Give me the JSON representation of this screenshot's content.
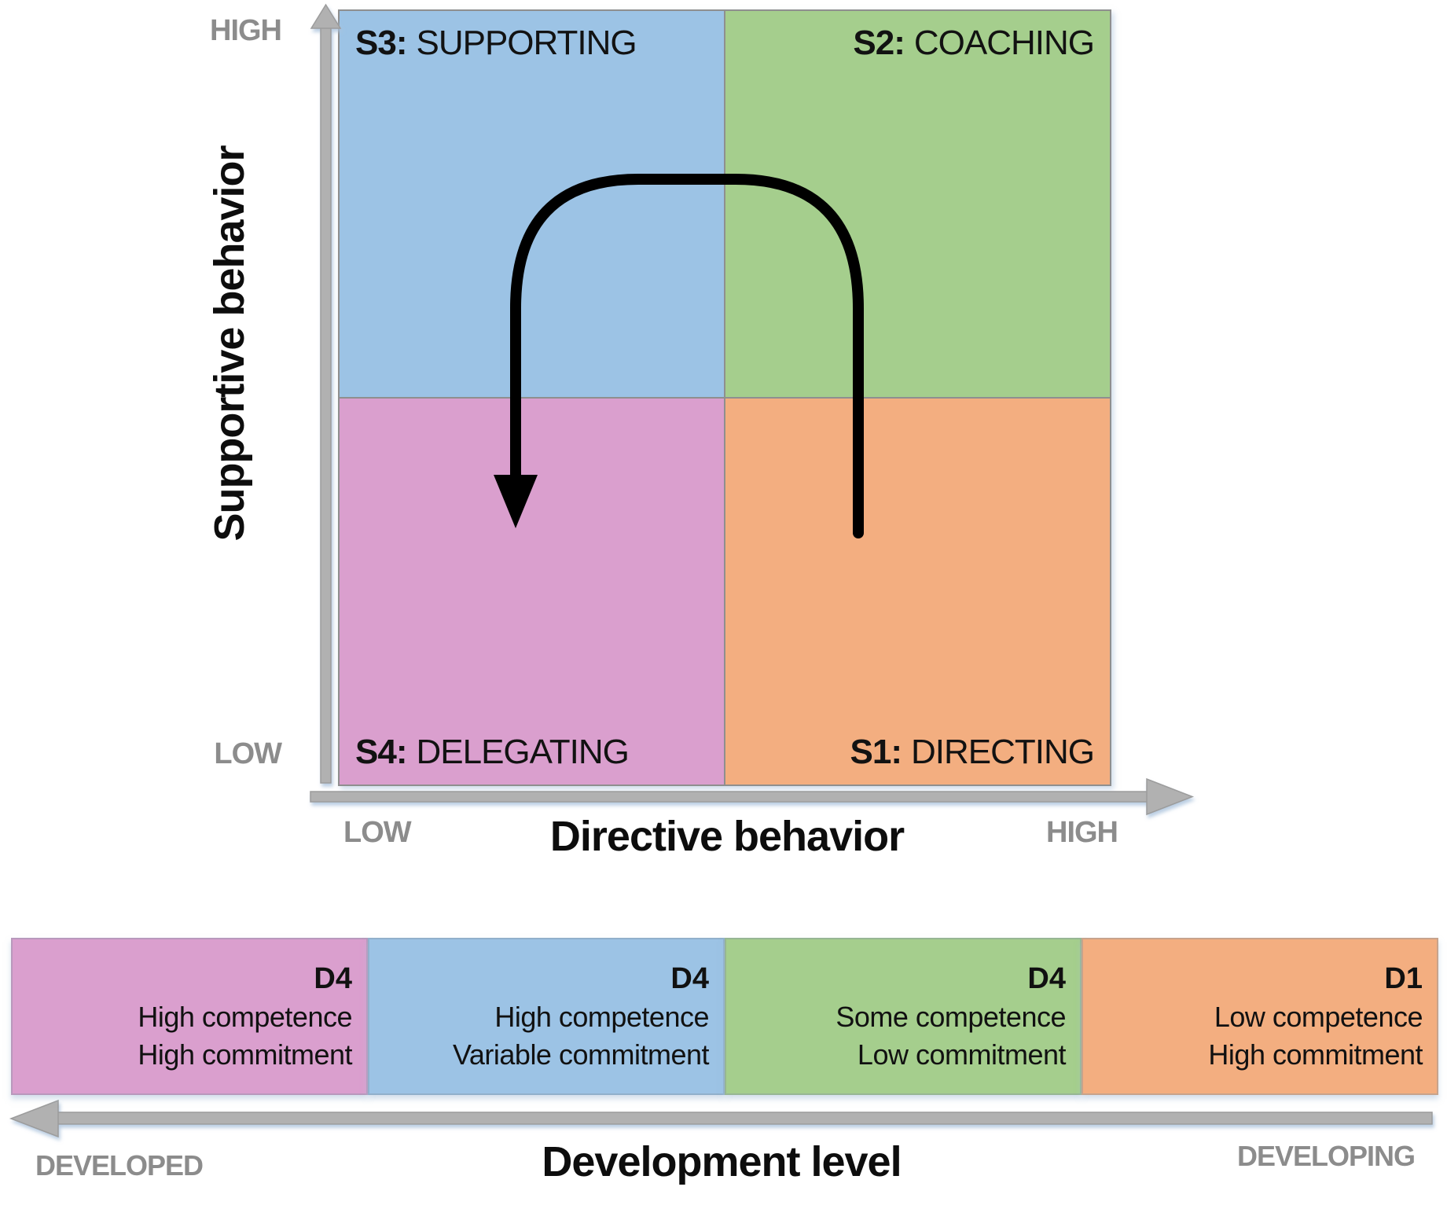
{
  "behavior_chart": {
    "y_axis": {
      "title": "Supportive behavior",
      "top_label": "HIGH",
      "bottom_label": "LOW"
    },
    "x_axis": {
      "title": "Directive behavior",
      "left_label": "LOW",
      "right_label": "HIGH"
    },
    "quadrants": {
      "top_left": {
        "code": "S3:",
        "name": "SUPPORTING",
        "color": "#9CC3E5"
      },
      "top_right": {
        "code": "S2:",
        "name": "COACHING",
        "color": "#A5CE8D"
      },
      "bottom_left": {
        "code": "S4:",
        "name": "DELEGATING",
        "color": "#DA9FCE"
      },
      "bottom_right": {
        "code": "S1:",
        "name": "DIRECTING",
        "color": "#F3AE80"
      }
    }
  },
  "development_levels": {
    "boxes": [
      {
        "code": "D4",
        "competence": "High competence",
        "commitment": "High commitment",
        "color": "#DA9FCE"
      },
      {
        "code": "D4",
        "competence": "High competence",
        "commitment": "Variable commitment",
        "color": "#9CC3E5"
      },
      {
        "code": "D4",
        "competence": "Some competence",
        "commitment": "Low commitment",
        "color": "#A5CE8D"
      },
      {
        "code": "D1",
        "competence": "Low competence",
        "commitment": "High commitment",
        "color": "#F3AE80"
      }
    ],
    "axis": {
      "title": "Development level",
      "left_label": "DEVELOPED",
      "right_label": "DEVELOPING"
    }
  },
  "colors": {
    "axis_gray": "#B1B1B1",
    "axis_gray_border": "#9C9C9C",
    "label_gray": "#8C8C8C",
    "curve_black": "#000000"
  }
}
